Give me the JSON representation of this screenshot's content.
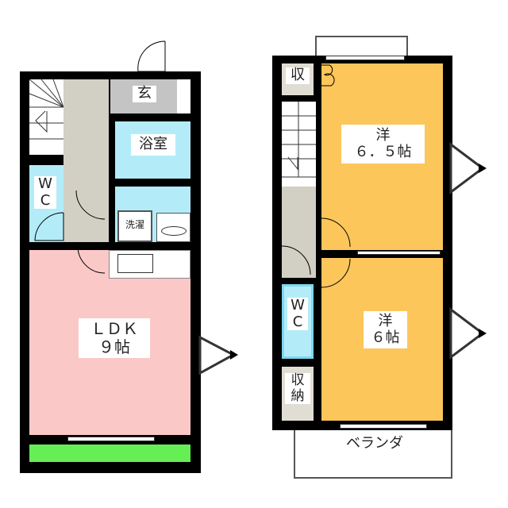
{
  "floor1": {
    "entrance": "玄",
    "bathroom": "浴室",
    "washer": "洗濯",
    "wc": [
      "W",
      "C"
    ],
    "ldk": [
      "ＬＤＫ",
      "９帖"
    ]
  },
  "floor2": {
    "closet_small": "収",
    "room1": [
      "洋",
      "６．５帖"
    ],
    "room2": [
      "洋",
      "６帖"
    ],
    "wc": [
      "W",
      "C"
    ],
    "storage": [
      "収",
      "納"
    ],
    "veranda": "ベランダ"
  },
  "colors": {
    "wet_area": "#b3ecf8",
    "ldk": "#fbc8c8",
    "western_room": "#fcc65a",
    "balcony": "#66ee55",
    "corridor": "#d2cfc4",
    "entrance": "#c4c4c4"
  }
}
